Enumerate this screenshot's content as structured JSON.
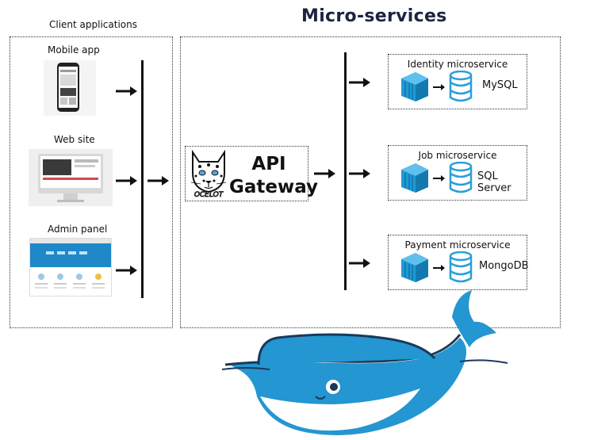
{
  "title": "Micro-services",
  "clients": {
    "title": "Client applications",
    "items": [
      {
        "label": "Mobile app"
      },
      {
        "label": "Web site"
      },
      {
        "label": "Admin panel"
      }
    ]
  },
  "gateway": {
    "logo_text": "OCELOT",
    "label_line1": "API",
    "label_line2": "Gateway"
  },
  "microservices": [
    {
      "name": "Identity microservice",
      "db": "MySQL"
    },
    {
      "name": "Job microservice",
      "db": "SQL Server"
    },
    {
      "name": "Payment microservice",
      "db": "MongoDB"
    }
  ],
  "colors": {
    "title": "#1c2442",
    "container_blue": "#1f9ad6",
    "db_blue": "#2b9fd8",
    "whale_blue": "#2496d1",
    "whale_dark": "#1a3a5a"
  },
  "icons": [
    "container-icon",
    "database-icon",
    "whale-logo",
    "ocelot-logo"
  ]
}
